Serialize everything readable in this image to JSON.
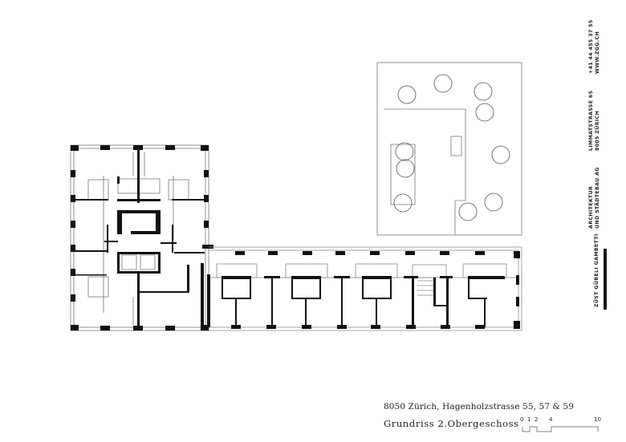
{
  "office": {
    "name": "ZÜST GÜBELI GAMBETTI",
    "line1": "ARCHITEKTUR",
    "line2": "UND STÄDTEBAU AG",
    "street": "LIMMATSTRASSE 65",
    "city": "8005 ZÜRICH",
    "phone": "+41 44 455 37 55",
    "web": "WWW.ZGG.CH"
  },
  "caption": {
    "address": "8050 Zürich, Hagenholzstrasse 55, 57 & 59",
    "title": "Grundriss 2.Obergeschoss"
  },
  "scale": {
    "ticks": [
      "0",
      "1",
      "2",
      "4",
      "10"
    ],
    "unit_values": [
      0,
      1,
      2,
      4,
      10
    ]
  },
  "colors": {
    "wall": "#111111",
    "line": "#888888"
  }
}
